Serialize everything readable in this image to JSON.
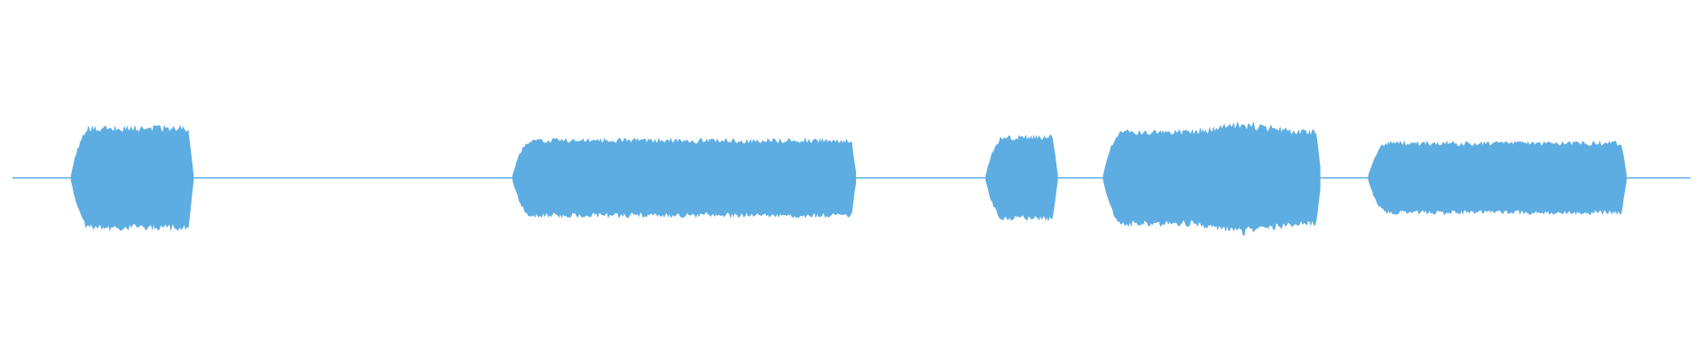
{
  "waveform": {
    "color": "#5dade2",
    "baseline_amplitude": 0.005,
    "segments": [
      {
        "start": 0.035,
        "end": 0.108,
        "peak": 0.53
      },
      {
        "start": 0.298,
        "end": 0.503,
        "peak": 0.4
      },
      {
        "start": 0.58,
        "end": 0.623,
        "peak": 0.43
      },
      {
        "start": 0.65,
        "end": 0.78,
        "peak": 0.49,
        "spike_at": 0.735,
        "spike_peak": 0.6
      },
      {
        "start": 0.808,
        "end": 0.962,
        "peak": 0.37
      }
    ]
  }
}
